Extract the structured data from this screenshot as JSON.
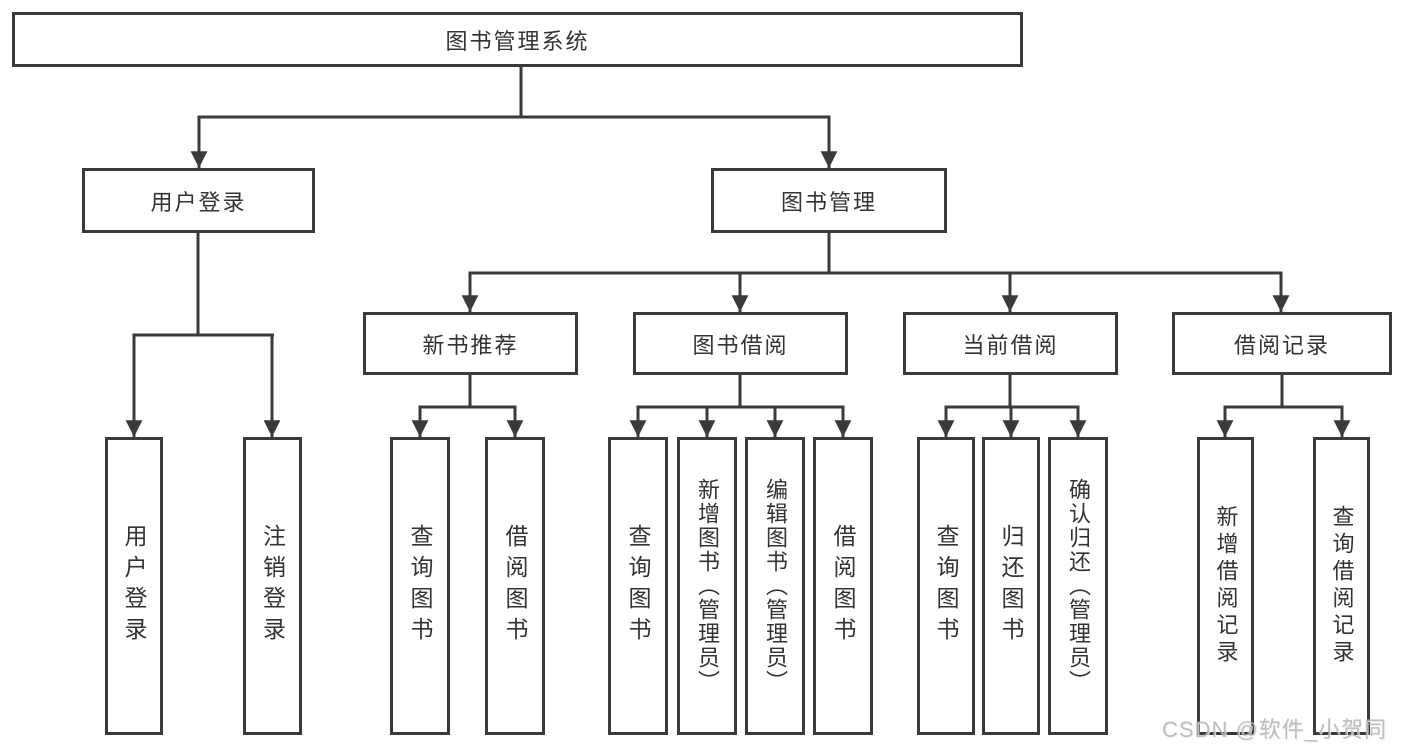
{
  "diagram": {
    "type": "hierarchy-tree",
    "root": {
      "label": "图书管理系统",
      "children": [
        {
          "label": "用户登录",
          "children": [
            {
              "label": "用户登录"
            },
            {
              "label": "注销登录"
            }
          ]
        },
        {
          "label": "图书管理",
          "children": [
            {
              "label": "新书推荐",
              "children": [
                {
                  "label": "查询图书"
                },
                {
                  "label": "借阅图书"
                }
              ]
            },
            {
              "label": "图书借阅",
              "children": [
                {
                  "label": "查询图书"
                },
                {
                  "label": "新增图书（管理员）"
                },
                {
                  "label": "编辑图书（管理员）"
                },
                {
                  "label": "借阅图书"
                }
              ]
            },
            {
              "label": "当前借阅",
              "children": [
                {
                  "label": "查询图书"
                },
                {
                  "label": "归还图书"
                },
                {
                  "label": "确认归还（管理员）"
                }
              ]
            },
            {
              "label": "借阅记录",
              "children": [
                {
                  "label": "新增借阅记录"
                },
                {
                  "label": "查询借阅记录"
                }
              ]
            }
          ]
        }
      ]
    },
    "watermark": "CSDN @软件_小贺同学",
    "colors": {
      "line": "#3a3a3a",
      "box_border": "#3a3a3a",
      "box_fill": "#ffffff",
      "text": "#333333",
      "watermark": "#b3b3b3",
      "background": "#ffffff"
    }
  }
}
